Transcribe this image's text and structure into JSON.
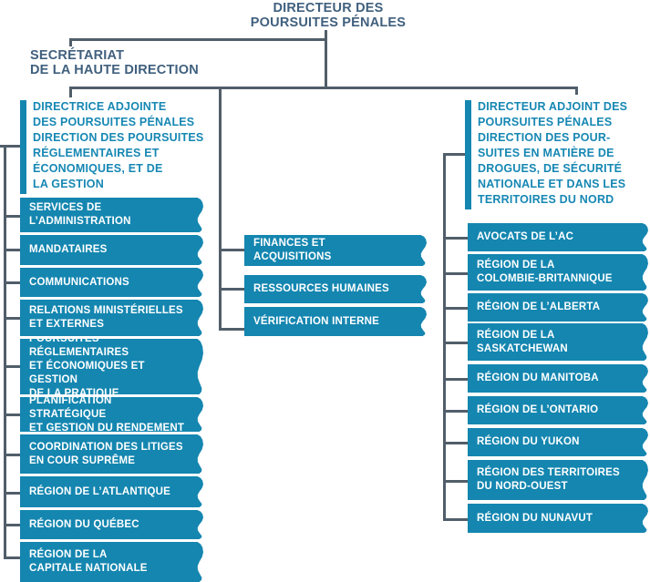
{
  "colors": {
    "box_teal": "#1486b0",
    "header_dark_text": "#40607e",
    "branch_header_teal": "#1687b3",
    "connector_line": "#515e6a",
    "box_label_text": "#ffffff"
  },
  "title": "DIRECTEUR DES\nPOURSUITES PÉNALES",
  "secretariat": "SECRÉTARIAT\nDE LA HAUTE DIRECTION",
  "left_branch": {
    "header": "DIRECTRICE ADJOINTE\nDES POURSUITES PÉNALES\nDIRECTION DES POURSUITES\nRÉGLEMENTAIRES ET\nÉCONOMIQUES, ET DE\nLA GESTION",
    "items": [
      "SERVICES DE\nL’ADMINISTRATION",
      "MANDATAIRES",
      "COMMUNICATIONS",
      "RELATIONS MINISTÉRIELLES\nET EXTERNES",
      "POURSUITES RÉGLEMENTAIRES\nET ÉCONOMIQUES ET GESTION\nDE LA PRATIQUE",
      "PLANIFICATION STRATÉGIQUE\nET GESTION DU RENDEMENT",
      "COORDINATION DES LITIGES\nEN COUR SUPRÊME",
      "RÉGION DE L’ATLANTIQUE",
      "RÉGION DU QUÉBEC",
      "RÉGION DE LA\nCAPITALE NATIONALE"
    ]
  },
  "center_branch": {
    "items": [
      "FINANCES ET\nACQUISITIONS",
      "RESSOURCES HUMAINES",
      "VÉRIFICATION INTERNE"
    ]
  },
  "right_branch": {
    "header": "DIRECTEUR ADJOINT DES\nPOURSUITES PÉNALES\nDIRECTION DES POUR-\nSUITES EN MATIÈRE DE\nDROGUES, DE SÉCURITÉ\nNATIONALE ET DANS LES\nTERRITOIRES DU NORD",
    "items": [
      "AVOCATS DE L’AC",
      "RÉGION DE LA\nCOLOMBIE-BRITANNIQUE",
      "RÉGION DE L’ALBERTA",
      "RÉGION DE LA\nSASKATCHEWAN",
      "RÉGION DU MANITOBA",
      "RÉGION DE L’ONTARIO",
      "RÉGION DU YUKON",
      "RÉGION DES TERRITOIRES\nDU NORD-OUEST",
      "RÉGION DU NUNAVUT"
    ]
  }
}
